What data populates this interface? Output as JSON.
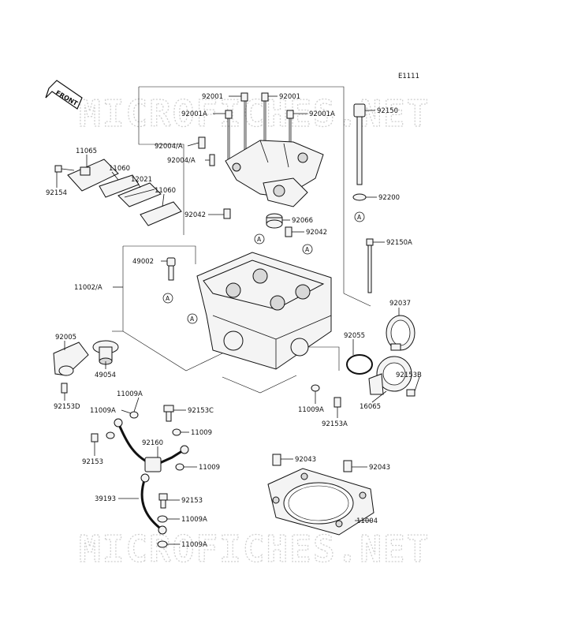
{
  "diagram_code": "E1111",
  "front_label": "FRONT",
  "watermark_text": "MICROFICHES.NET",
  "reference_mark": "A",
  "labels": {
    "p92001_l": "92001",
    "p92001_r": "92001",
    "p92001a_l": "92001A",
    "p92001a_r": "92001A",
    "p92150": "92150",
    "p11065": "11065",
    "p92004a_1": "92004/A",
    "p92004a_2": "92004/A",
    "p11060_1": "11060",
    "p12021": "12021",
    "p11060_2": "11060",
    "p92154": "92154",
    "p92200": "92200",
    "p92042_l": "92042",
    "p92066": "92066",
    "p92042_r": "92042",
    "p92150a": "92150A",
    "p49002": "49002",
    "p11002a": "11002/A",
    "p92037": "92037",
    "p92005": "92005",
    "p92055": "92055",
    "p49054": "49054",
    "p92153b": "92153B",
    "p92153d": "92153D",
    "p11009a_1": "11009A",
    "p11009a_2": "11009A",
    "p92153c": "92153C",
    "p11009a_3": "11009A",
    "p16065": "16065",
    "p92153a": "92153A",
    "p11009_1": "11009",
    "p92160": "92160",
    "p92153_l": "92153",
    "p11009_2": "11009",
    "p92043_l": "92043",
    "p92043_r": "92043",
    "p39193": "39193",
    "p92153_m": "92153",
    "p11009a_4": "11009A",
    "p11004": "11004",
    "p11009a_5": "11009A"
  }
}
